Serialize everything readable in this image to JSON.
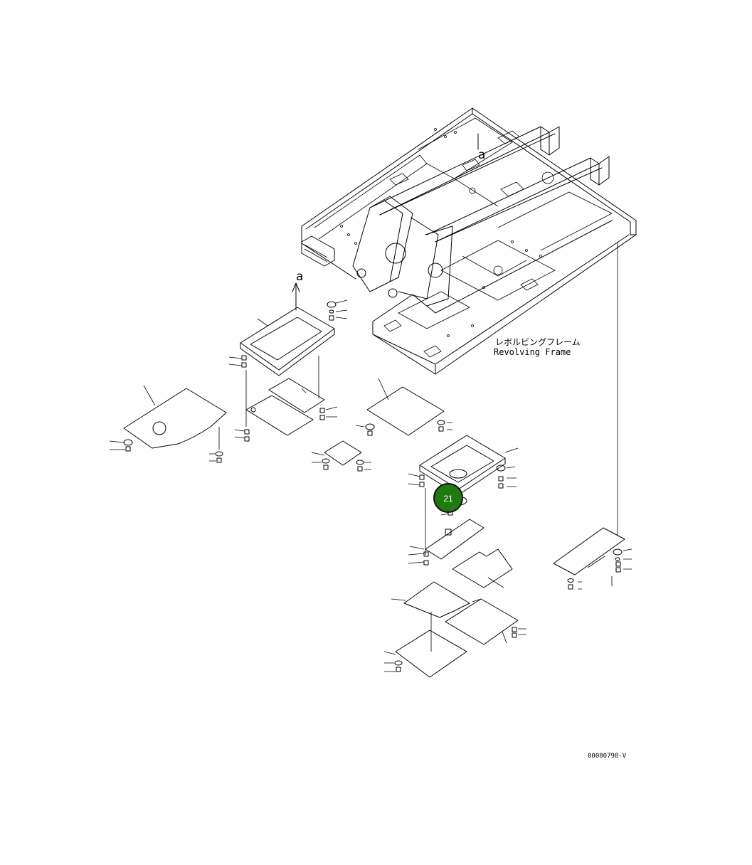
{
  "labels": {
    "frame_jp": "レボルビングフレーム",
    "frame_en": "Revolving Frame",
    "view_marker_upper": "a",
    "view_marker_lower": "a",
    "drawing_code": "00080798-V"
  },
  "callouts": [
    {
      "number": "21",
      "color": "#1f7a10"
    }
  ]
}
